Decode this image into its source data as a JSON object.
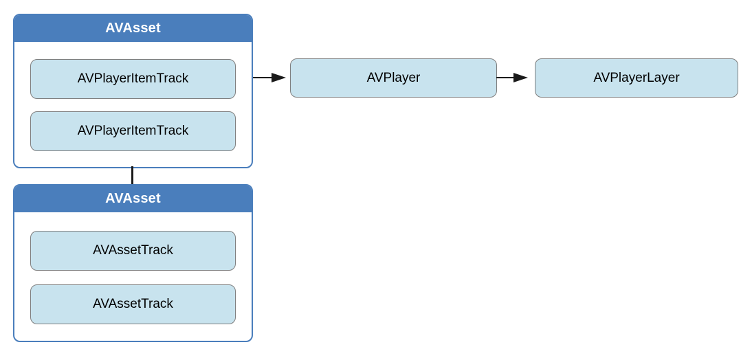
{
  "diagram": {
    "groups": [
      {
        "title": "AVAsset",
        "items": [
          "AVPlayerItemTrack",
          "AVPlayerItemTrack"
        ]
      },
      {
        "title": "AVAsset",
        "items": [
          "AVAssetTrack",
          "AVAssetTrack"
        ]
      }
    ],
    "nodes": [
      {
        "label": "AVPlayer"
      },
      {
        "label": "AVPlayerLayer"
      }
    ],
    "colors": {
      "header_blue": "#4A7EBC",
      "container_border": "#4A7EBC",
      "node_fill": "#C8E3EE",
      "node_border": "#7E7E7E",
      "connector_black": "#1A1A1A",
      "header_text": "#FFFFFF",
      "label_text": "#000000",
      "background": "#FFFFFF"
    }
  }
}
